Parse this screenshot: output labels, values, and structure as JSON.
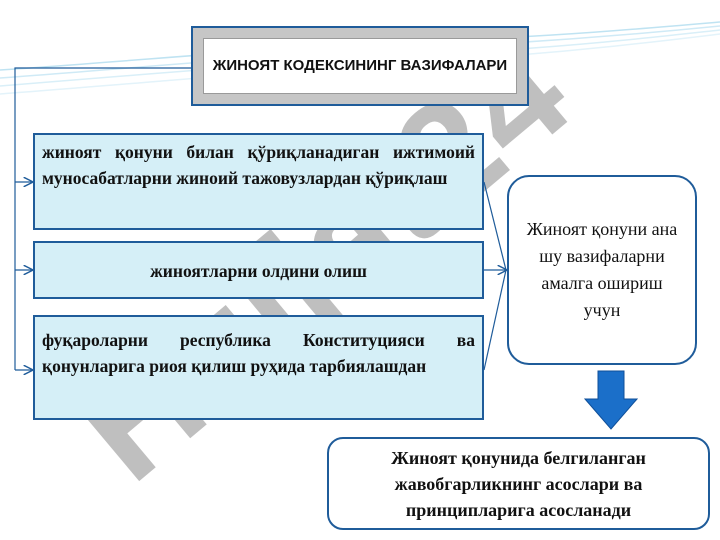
{
  "title": "ЖИНОЯТ КОДЕКСИНИНГ ВАЗИФАЛАРИ",
  "tasks": [
    "жиноят қонуни билан қўриқланадиган ижтимоий муносабатларни жиноий тажовузлардан қўриқлаш",
    "жиноятларни олдини олиш",
    "фуқароларни республика Конституцияси ва қонунларига риоя қилиш руҳида тарбиялашдан"
  ],
  "purpose": "Жиноят қонуни ана шу вазифаларни амалга ошириш учун",
  "basis": "Жиноят қонунида белгиланган жавобгарликнинг асослари ва принципларига асосланади",
  "watermark": "Hujjat24",
  "colors": {
    "border": "#1f5c9a",
    "box_fill": "#d5eff7",
    "arrow": "#1b6fc9",
    "watermark": "#8a8a8a",
    "watermark_accent": "#9b7fe0"
  }
}
